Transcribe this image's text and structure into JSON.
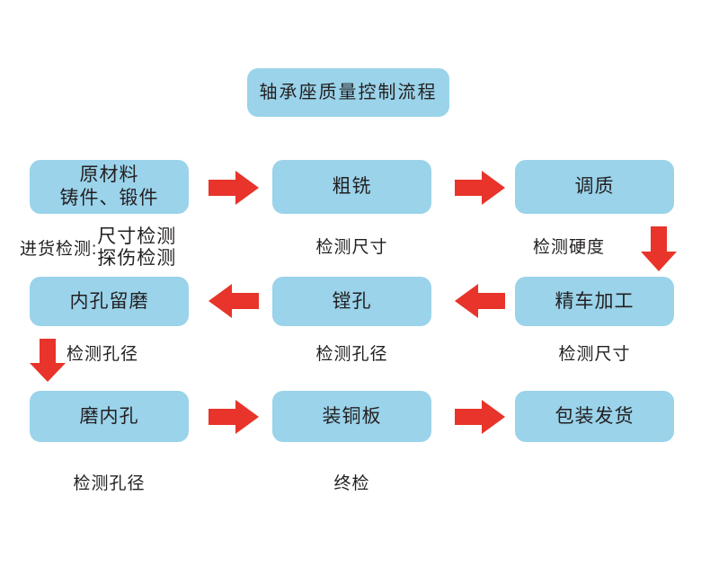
{
  "diagram": {
    "title": "轴承座质量控制流程",
    "colors": {
      "box_fill": "#9ad3ea",
      "arrow_red": "#e8342a",
      "text": "#231f20",
      "background": "#ffffff"
    },
    "rows": [
      {
        "row": 1,
        "nodes": [
          {
            "label": "原材料\n铸件、锻件",
            "caption": null
          },
          {
            "label": "粗铣",
            "caption": "检测尺寸"
          },
          {
            "label": "调质",
            "caption": "检测硬度"
          }
        ]
      },
      {
        "row": 2,
        "nodes": [
          {
            "label": "内孔留磨",
            "caption": "检测孔径"
          },
          {
            "label": "镗孔",
            "caption": "检测孔径"
          },
          {
            "label": "精车加工",
            "caption": "检测尺寸"
          }
        ]
      },
      {
        "row": 3,
        "nodes": [
          {
            "label": "磨内孔",
            "caption": "检测孔径"
          },
          {
            "label": "装铜板",
            "caption": "终检"
          },
          {
            "label": "包装发货",
            "caption": null
          }
        ]
      }
    ],
    "inbound_inspection": {
      "lead": "进货检测:",
      "items": "尺寸检测\n探伤检测"
    },
    "arrows": [
      {
        "name": "arrow-row1-left-to-mid",
        "direction": "right"
      },
      {
        "name": "arrow-row1-mid-to-right",
        "direction": "right"
      },
      {
        "name": "arrow-row1-right-down-to-row2",
        "direction": "down"
      },
      {
        "name": "arrow-row2-right-to-mid",
        "direction": "left"
      },
      {
        "name": "arrow-row2-mid-to-left",
        "direction": "left"
      },
      {
        "name": "arrow-row2-left-down-to-row3",
        "direction": "down"
      },
      {
        "name": "arrow-row3-left-to-mid",
        "direction": "right"
      },
      {
        "name": "arrow-row3-mid-to-right",
        "direction": "right"
      }
    ]
  }
}
